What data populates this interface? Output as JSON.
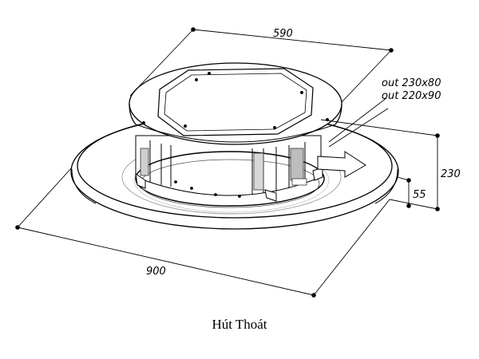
{
  "dimensions": {
    "top_width": "590",
    "base_diameter": "900",
    "total_height": "230",
    "base_height": "55"
  },
  "outlet_labels": {
    "line1": "out 230x80",
    "line2": "out 220x90"
  },
  "caption": "Hút Thoát",
  "colors": {
    "line": "#000000",
    "background": "#ffffff"
  }
}
